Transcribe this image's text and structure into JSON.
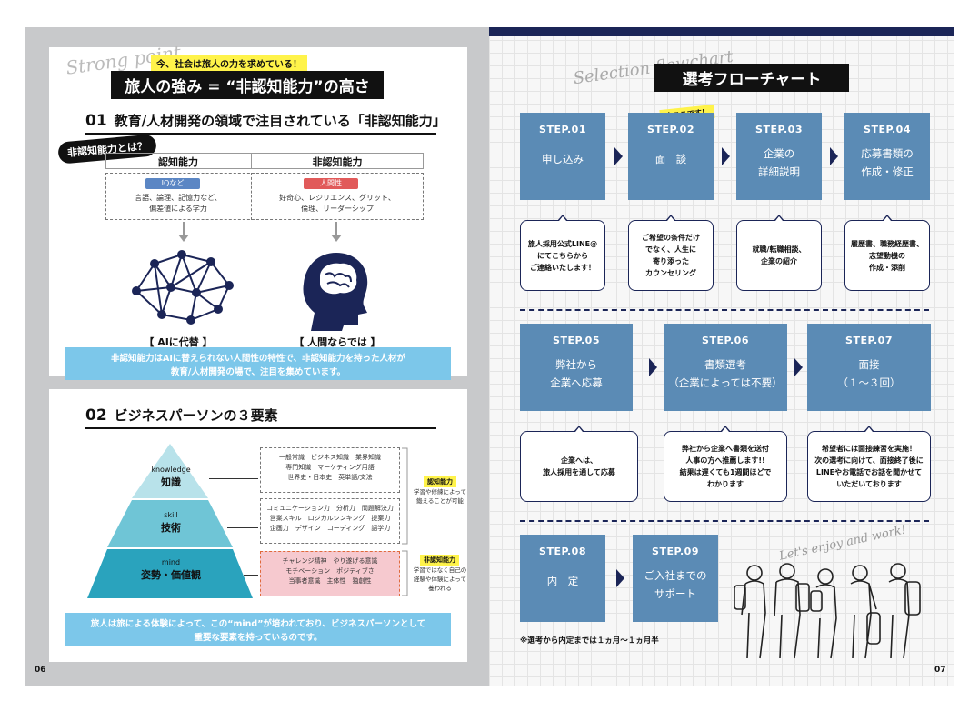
{
  "left": {
    "script_title": "Strong point",
    "tag": "今、社会は旅人の力を求めている！",
    "main_title": "旅人の強み = “非認知能力”の高さ",
    "sec1": {
      "num": "01",
      "title": "教育/人材開発の領域で注目されている「非認知能力」"
    },
    "callout": "非認知能力とは？",
    "col1": {
      "head": "認知能力",
      "pill": "IQなど",
      "desc": "言語、論理、記憶力など、\n偏差値による学力",
      "caption": "【 AIに代替 】"
    },
    "col2": {
      "head": "非認知能力",
      "pill": "人間性",
      "desc": "好奇心、レジリエンス、グリット、\n倫理、リーダーシップ",
      "caption": "【 人間ならでは 】"
    },
    "band1": "非認知能力はAIに替えられない人間性の特性で、非認知能力を持った人材が\n教育/人材開発の場で、注目を集めています。",
    "sec2": {
      "num": "02",
      "title": "ビジネスパーソンの３要素"
    },
    "pyramid": [
      {
        "en": "knowledge",
        "jp": "知識",
        "items": "一般常識　ビジネス知識　業界知識\n専門知識　マーケティング用語\n世界史・日本史　英単語/文法"
      },
      {
        "en": "skill",
        "jp": "技術",
        "items": "コミュニケーション力　分析力　問題解決力\n営業スキル　ロジカルシンキング　提案力\n企画力　デザイン　コーディング　語学力"
      },
      {
        "en": "mind",
        "jp": "姿勢・価値観",
        "items": "チャレンジ精神　やり遂げる意識\nモチベーション　ポジティブさ\n当事者意識　主体性　独創性"
      }
    ],
    "side1": {
      "tag": "認知能力",
      "desc": "学習や修練によって\n鍛えることが可能"
    },
    "side2": {
      "tag": "非認知能力",
      "desc": "学習ではなく自己の\n経験や体験によって\n養われる"
    },
    "band2": "旅人は旅による体験によって、この“mind”が培われており、ビジネスパーソンとして\n重要な要素を持っているのです。",
    "page": "06"
  },
  "right": {
    "script_title": "Selection flowchart",
    "main_title": "選考フローチャート",
    "here_tag": "今ここです！",
    "steps": [
      {
        "label": "STEP.01",
        "text": "申し込み"
      },
      {
        "label": "STEP.02",
        "text": "面　談"
      },
      {
        "label": "STEP.03",
        "text": "企業の\n詳細説明"
      },
      {
        "label": "STEP.04",
        "text": "応募書類の\n作成・修正"
      },
      {
        "label": "STEP.05",
        "text": "弊社から\n企業へ応募"
      },
      {
        "label": "STEP.06",
        "text": "書類選考\n（企業によっては不要）"
      },
      {
        "label": "STEP.07",
        "text": "面接\n（１〜３回）"
      },
      {
        "label": "STEP.08",
        "text": "内　定"
      },
      {
        "label": "STEP.09",
        "text": "ご入社までの\nサポート"
      }
    ],
    "bubbles": [
      "旅人採用公式LINE@\nにてこちらから\nご連絡いたします！",
      "ご希望の条件だけ\nでなく、人生に\n寄り添った\nカウンセリング",
      "就職/転職相談、\n企業の紹介",
      "履歴書、職務経歴書、\n志望動機の\n作成・添削",
      "企業へは、\n旅人採用を通して応募",
      "弊社から企業へ書類を送付\n人事の方へ推薦します!!\n結果は遅くても1週間ほどで\nわかります",
      "希望者には面接練習を実施！\n次の選考に向けて、面接終了後に\nLINEやお電話でお話を聞かせて\nいただいております"
    ],
    "enjoy": "Let's enjoy and work!",
    "note": "※選考から内定までは１ヵ月〜１ヵ月半",
    "page": "07"
  }
}
